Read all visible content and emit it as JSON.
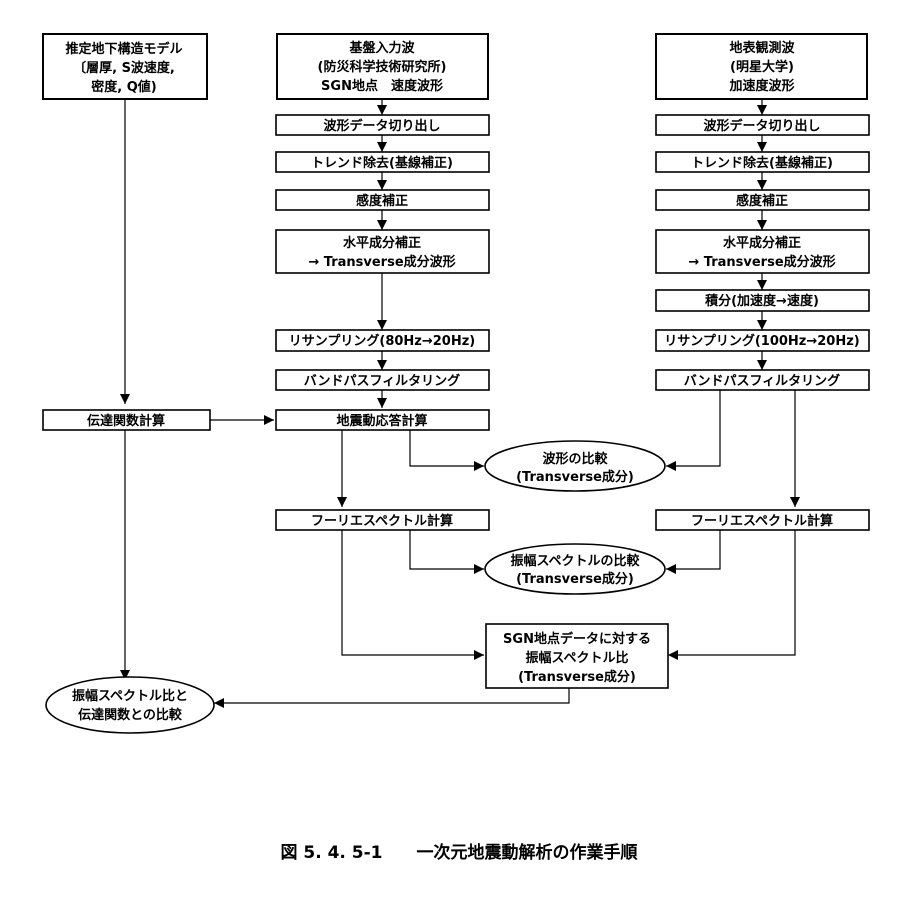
{
  "nodes": {
    "model": [
      "推定地下構造モデル",
      "〔層厚, S波速度,",
      "密度, Q値)"
    ],
    "input_wave": [
      "基盤入力波",
      "(防災科学技術研究所)",
      "SGN地点　速度波形"
    ],
    "surface_wave": [
      "地表観測波",
      "(明星大学)",
      "加速度波形"
    ],
    "l_cut": [
      "波形データ切り出し"
    ],
    "l_trend": [
      "トレンド除去(基線補正)"
    ],
    "l_sens": [
      "感度補正"
    ],
    "l_horiz": [
      "水平成分補正",
      "→ Transverse成分波形"
    ],
    "l_resamp": [
      "リサンプリング(80Hz→20Hz)"
    ],
    "l_band": [
      "バンドパスフィルタリング"
    ],
    "r_cut": [
      "波形データ切り出し"
    ],
    "r_trend": [
      "トレンド除去(基線補正)"
    ],
    "r_sens": [
      "感度補正"
    ],
    "r_horiz": [
      "水平成分補正",
      "→ Transverse成分波形"
    ],
    "r_integ": [
      "積分(加速度→速度)"
    ],
    "r_resamp": [
      "リサンプリング(100Hz→20Hz)"
    ],
    "r_band": [
      "バンドパスフィルタリング"
    ],
    "transfer": [
      "伝達関数計算"
    ],
    "response": [
      "地震動応答計算"
    ],
    "wave_compare": [
      "波形の比較",
      "(Transverse成分)"
    ],
    "l_fourier": [
      "フーリエスペクトル計算"
    ],
    "r_fourier": [
      "フーリエスペクトル計算"
    ],
    "amp_compare": [
      "振幅スペクトルの比較",
      "(Transverse成分)"
    ],
    "ratio": [
      "SGN地点データに対する",
      "振幅スペクトル比",
      "(Transverse成分)"
    ],
    "final_compare": [
      "振幅スペクトル比と",
      "伝達関数との比較"
    ]
  },
  "caption": "図 5. 4. 5-1　　一次元地震動解析の作業手順"
}
